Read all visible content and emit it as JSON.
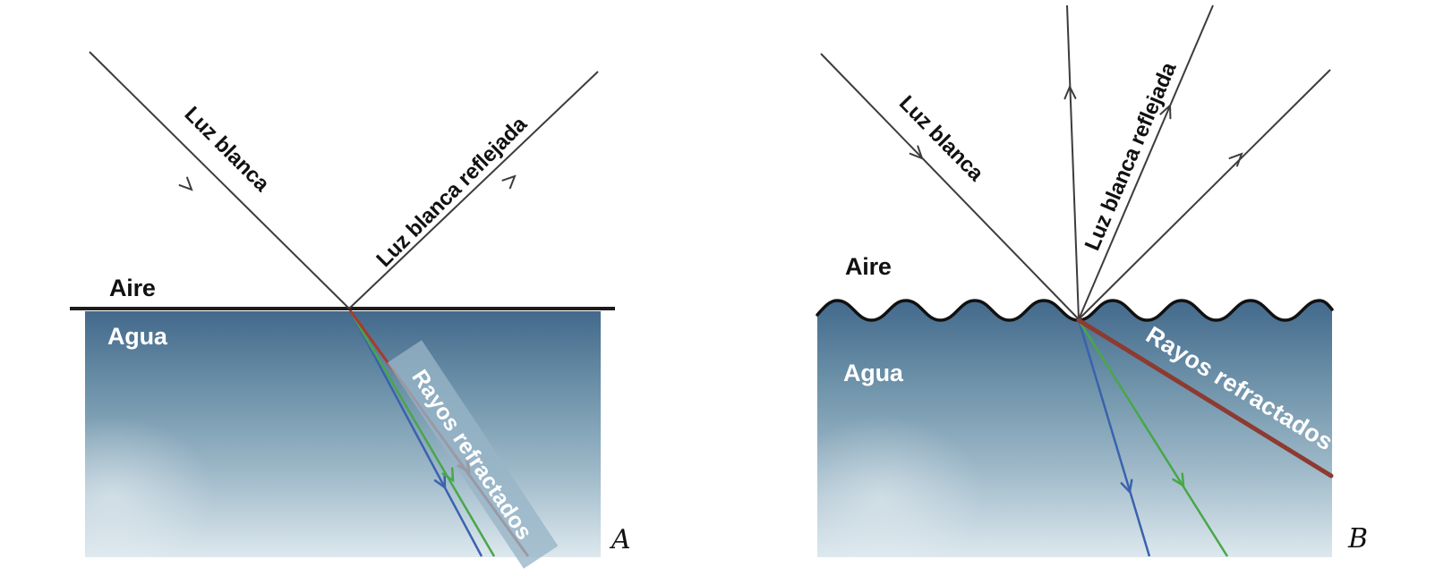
{
  "figure": {
    "background": "#ffffff",
    "panels": [
      {
        "letter": "A",
        "labels": {
          "incident_ray": "Luz blanca",
          "reflected_ray": "Luz blanca reflejada",
          "air": "Aire",
          "water": "Agua",
          "refracted_rays": "Rayos refractados"
        }
      },
      {
        "letter": "B",
        "labels": {
          "incident_ray": "Luz blanca",
          "reflected_ray": "Luz blanca reflejada",
          "air": "Aire",
          "water": "Agua",
          "refracted_rays": "Rayos refractados"
        }
      }
    ]
  },
  "colors": {
    "water_top": "#43698c",
    "water_mid": "#6d92a9",
    "water_low": "#9db8c8",
    "water_bottom": "#dde8ee",
    "surface_line": "#1b1b1b",
    "wave_line": "#111111",
    "ray_line": "#3c3c3c",
    "text_dark": "#111111",
    "text_light": "#ffffff",
    "refracted_blue": "#3a62ae",
    "refracted_green": "#48a747",
    "refracted_red_a": "#a93a2e",
    "refracted_red_b": "#8d3a31",
    "banner_fill": "#97b5c7"
  }
}
